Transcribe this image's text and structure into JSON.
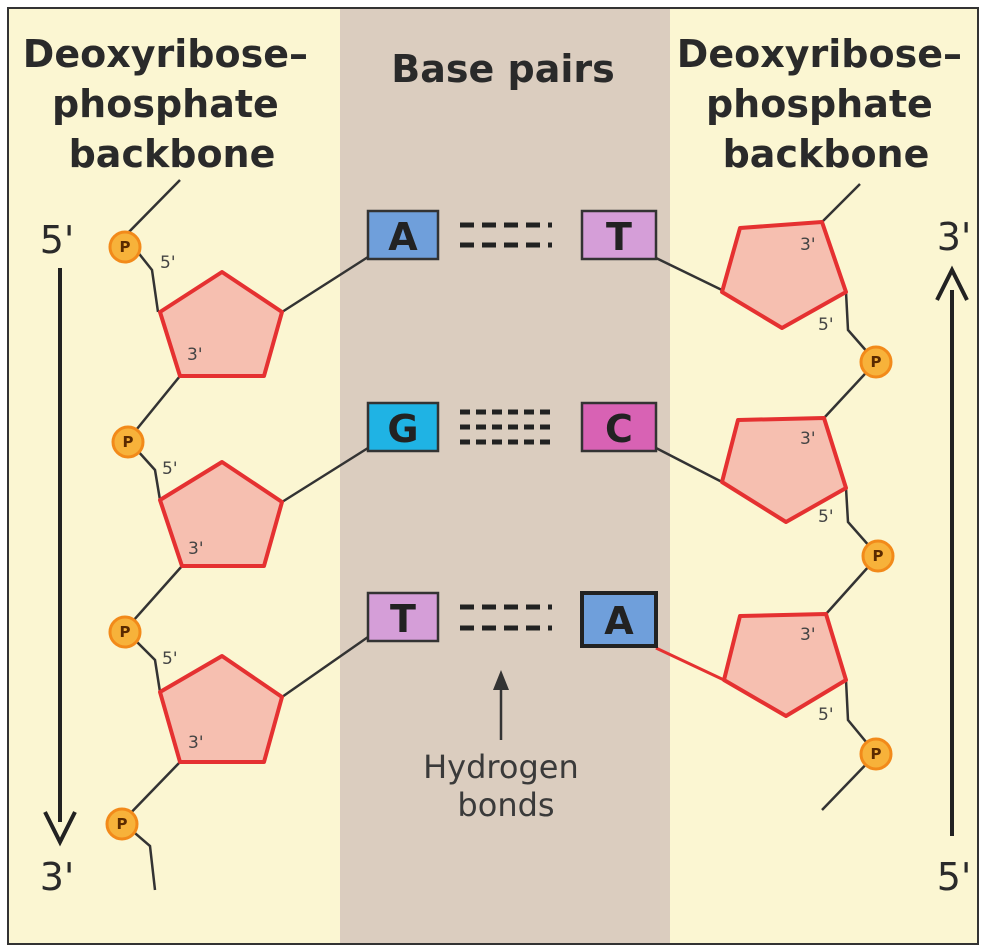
{
  "headers": {
    "left_backbone": [
      "Deoxyribose–",
      "phosphate",
      "backbone"
    ],
    "base_pairs": "Base pairs",
    "right_backbone": [
      "Deoxyribose–",
      "phosphate",
      "backbone"
    ]
  },
  "direction": {
    "left_top": "5'",
    "left_bottom": "3'",
    "right_top": "3'",
    "right_bottom": "5'"
  },
  "labels": {
    "phosphate": "P",
    "five_prime": "5'",
    "three_prime": "3'"
  },
  "pairs": [
    {
      "left": "A",
      "right": "T",
      "bonds": 2
    },
    {
      "left": "G",
      "right": "C",
      "bonds": 3
    },
    {
      "left": "T",
      "right": "A",
      "bonds": 2
    }
  ],
  "annotation": [
    "Hydrogen",
    "bonds"
  ],
  "colors": {
    "background": "#fbf6d2",
    "center_band": "#dbcdbf",
    "A": "#6f9fdb",
    "T": "#d59ed8",
    "G": "#1fb3e4",
    "C": "#d862b4",
    "sugar_fill": "#f6bfb0",
    "sugar_stroke": "#e53131",
    "phosphate": "#f7b23a"
  }
}
